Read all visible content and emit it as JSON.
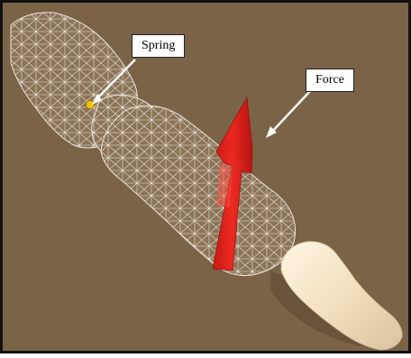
{
  "labels": {
    "spring": "Spring",
    "force": "Force"
  },
  "colors": {
    "background": "#7b6347",
    "frame": "#111111",
    "mesh_line": "#f3ece2",
    "mesh_fill": "#8d755a",
    "force_arrow": "#e8201e",
    "spring_marker": "#f2c400",
    "bone": "#f3e3c4"
  },
  "icons": {
    "force_arrow": "red-arrow-shape",
    "spring_marker": "yellow-dot"
  }
}
